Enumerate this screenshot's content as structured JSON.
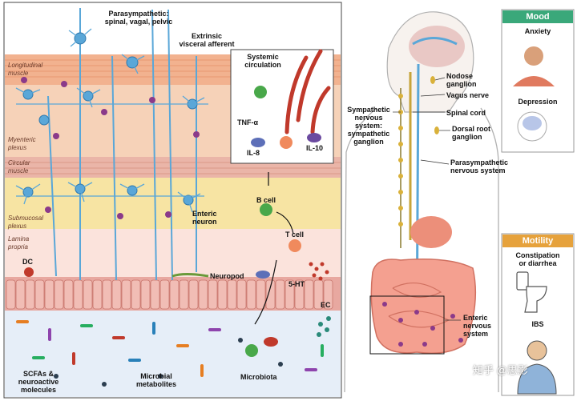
{
  "top_labels": {
    "parasympathetic": "Parasympathetic:",
    "parasympathetic_sub": "spinal, vagal, pelvic",
    "extrinsic": "Extrinsic",
    "extrinsic_sub": "visceral afferent"
  },
  "layers": {
    "longitudinal": "Longitudinal",
    "longitudinal_2": "muscle",
    "myenteric": "Myenteric",
    "myenteric_2": "plexus",
    "circular": "Circular",
    "circular_2": "muscle",
    "submucosal": "Submucosal",
    "submucosal_2": "plexus",
    "lamina": "Lamina",
    "lamina_2": "propria"
  },
  "gut_labels": {
    "systemic": "Systemic",
    "systemic_2": "circulation",
    "tnf": "TNF-α",
    "il8": "IL-8",
    "il10": "IL-10",
    "enteric_neuron": "Enteric",
    "enteric_neuron_2": "neuron",
    "b_cell": "B cell",
    "t_cell": "T cell",
    "dc": "DC",
    "neuropod": "Neuropod",
    "ht": "5-HT",
    "ec": "EC",
    "scfa": "SCFAs &",
    "scfa_2": "neuroactive",
    "scfa_3": "molecules",
    "metabolites": "Microbial",
    "metabolites_2": "metabolites",
    "microbiota": "Microbiota"
  },
  "body_labels": {
    "nodose": "Nodose",
    "nodose_2": "ganglion",
    "vagus": "Vagus nerve",
    "spinal": "Spinal cord",
    "drg": "Dorsal root",
    "drg_2": "ganglion",
    "sympathetic": "Sympathetic",
    "sympathetic_2": "nervous",
    "sympathetic_3": "system:",
    "sympathetic_4": "sympathetic",
    "sympathetic_5": "ganglion",
    "parasym_ns": "Parasympathetic",
    "parasym_ns_2": "nervous system",
    "enteric_ns": "Enteric",
    "enteric_ns_2": "nervous",
    "enteric_ns_3": "system"
  },
  "mood_panel": {
    "header": "Mood",
    "anxiety": "Anxiety",
    "depression": "Depression"
  },
  "motility_panel": {
    "header": "Motility",
    "constipation": "Constipation",
    "constipation_2": "or diarrhea",
    "ibs": "IBS"
  },
  "watermark": "知乎 @思影",
  "colors": {
    "longitudinal_muscle": "#f2b28f",
    "myenteric_plexus": "#f6d2b8",
    "circular_muscle": "#eab5a8",
    "submucosal_plexus": "#f7e4a3",
    "lamina_propria": "#fbe3dc",
    "epithelium": "#e8a8a0",
    "lumen": "#e6eef8",
    "neuron": "#5aa7d8",
    "glia": "#8b3a8a",
    "mood_header": "#3aa87a",
    "motility_header": "#e6a23c"
  }
}
